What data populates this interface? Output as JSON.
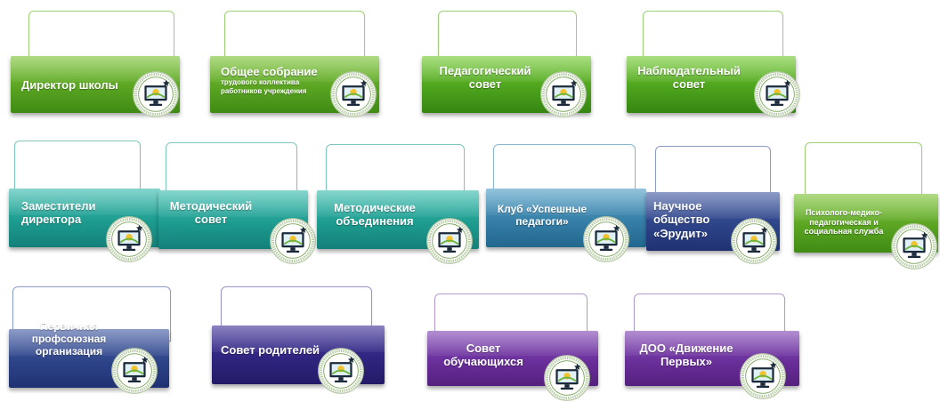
{
  "colors": {
    "green": "#5aa422",
    "teal": "#1e9c90",
    "steel_blue": "#367fa8",
    "navy": "#2e4489",
    "purple": "#6a2f9b",
    "indigo": "#2f2580"
  },
  "logo_icon": "school-emblem-monitor",
  "nodes": [
    {
      "lines": [
        "Директор школы"
      ]
    },
    {
      "lines": [
        "Общее собрание"
      ],
      "sublines": [
        "трудового коллектива",
        "работников учреждения"
      ]
    },
    {
      "lines": [
        "Педагогический",
        "совет"
      ]
    },
    {
      "lines": [
        "Наблюдательный",
        "совет"
      ]
    },
    {
      "lines": [
        "Заместители",
        "директора"
      ]
    },
    {
      "lines": [
        "Методический",
        "совет"
      ]
    },
    {
      "lines": [
        "Методические",
        "объединения"
      ]
    },
    {
      "lines": [
        "Клуб «Успешные",
        "педагоги»"
      ]
    },
    {
      "lines": [
        "Научное",
        "общество",
        "«Эрудит»"
      ]
    },
    {
      "lines": [
        "Психолого-медико-",
        "педагогическая и",
        "социальная служба"
      ]
    },
    {
      "lines": [
        "Первичная",
        "профсоюзная",
        "организация"
      ]
    },
    {
      "lines": [
        "Совет родителей"
      ]
    },
    {
      "lines": [
        "Совет",
        "обучающихся"
      ]
    },
    {
      "lines": [
        "ДОО «Движение",
        "Первых»"
      ]
    }
  ]
}
